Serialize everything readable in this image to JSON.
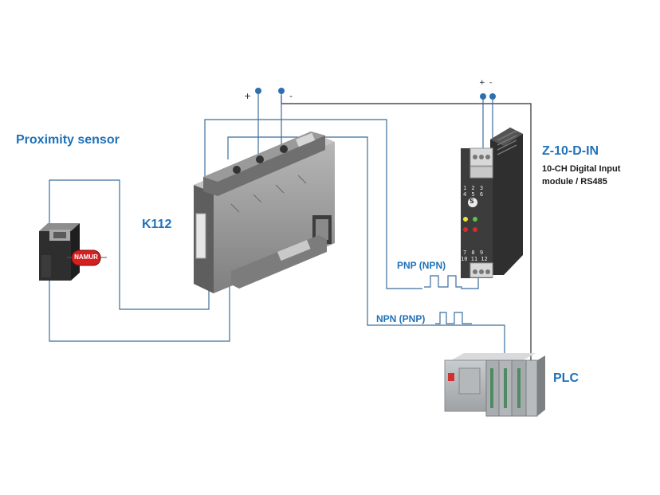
{
  "labels": {
    "proximity_sensor": "Proximity sensor",
    "namur": "NAMUR",
    "k112": "K112",
    "z10_title": "Z-10-D-IN",
    "z10_desc_line1": "10-CH Digital Input",
    "z10_desc_line2": "module / RS485",
    "plc": "PLC",
    "pnp_npn": "PNP (NPN)",
    "npn_pnp": "NPN (PNP)",
    "k112_plus": "+",
    "k112_minus": "-",
    "z10_plus": "+",
    "z10_minus": "-"
  },
  "z10_terminals": {
    "top_row1": "1 2 3",
    "top_row2": "4 5 6",
    "bottom_row1": "7 8 9",
    "bottom_row2": "10 11 12",
    "logo_glyph": "S"
  },
  "colors": {
    "wire": "#3b6e9e",
    "wire_dark": "#2b2b2b",
    "terminal_dot": "#2f6fb0",
    "label_blue": "#1f72b8",
    "namur_red": "#d42020",
    "module_gray": "#8e8e8e"
  },
  "icons": [
    "proximity-sensor-device",
    "namur-badge",
    "k112-isolator-device",
    "z10-din-module-device",
    "plc-rack-device",
    "pulse-waveform-icon"
  ]
}
